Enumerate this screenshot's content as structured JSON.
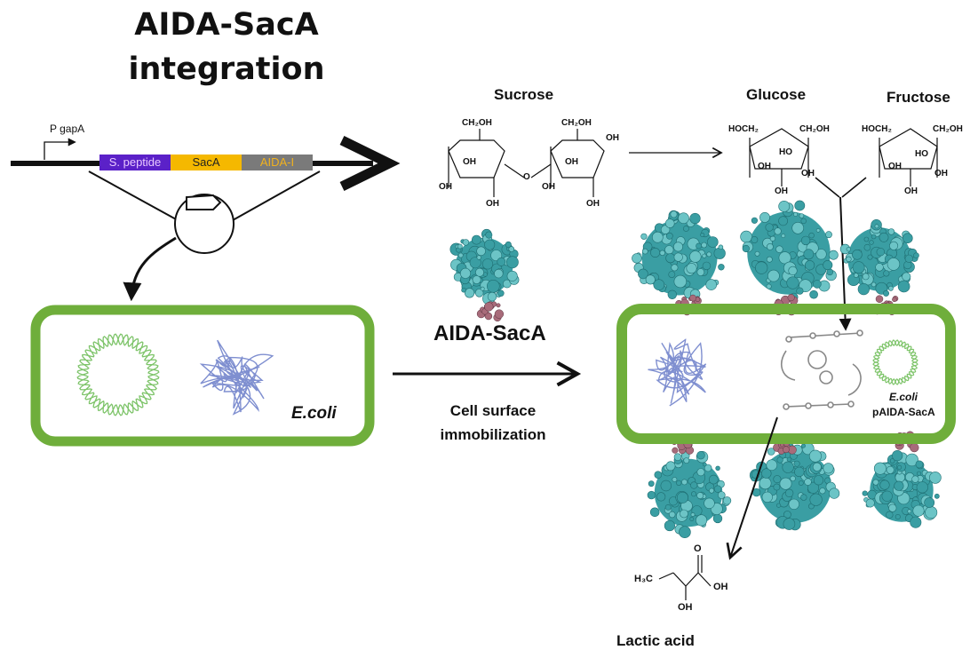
{
  "title": {
    "line1": "AIDA-SacA",
    "line2": "integration"
  },
  "gene": {
    "promoter": "P gapA",
    "segments": [
      {
        "label": "S. peptide",
        "color": "#5b21c8",
        "text_color": "#e8c8ff"
      },
      {
        "label": "SacA",
        "color": "#f5b800",
        "text_color": "#222222"
      },
      {
        "label": "AIDA-I",
        "color": "#7a7a7a",
        "text_color": "#f2b21e"
      }
    ]
  },
  "cells": {
    "left_label": "E.coli",
    "right_label": "E.coli",
    "right_sublabel": "pAIDA-SacA",
    "border_color": "#6fae3b"
  },
  "middle": {
    "enzyme_label": "AIDA-SacA",
    "arrow_label_line1": "Cell surface",
    "arrow_label_line2": "immobilization"
  },
  "molecules": {
    "sucrose": "Sucrose",
    "glucose": "Glucose",
    "fructose": "Fructose",
    "lactic": "Lactic acid"
  },
  "chem_labels": {
    "ch2oh": "CH₂OH",
    "hoch2": "HOCH₂",
    "oh": "OH",
    "o": "O",
    "ho": "HO",
    "h3c": "H₃C"
  },
  "colors": {
    "protein": "#3a9ea3",
    "protein_light": "#6cc4c6",
    "anchor": "#a86b7a",
    "dna_green": "#7ec46a",
    "dna_blue": "#7f8fd0"
  }
}
